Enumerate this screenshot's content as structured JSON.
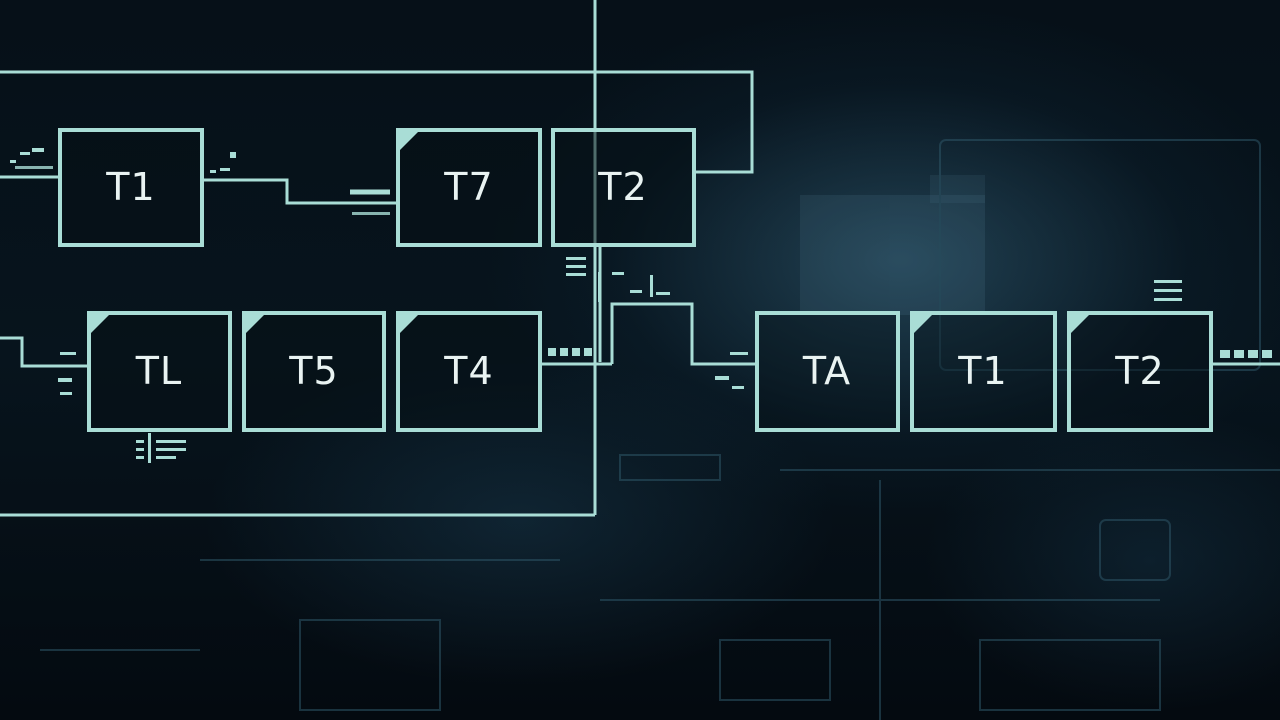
{
  "diagram": {
    "top_row": {
      "node_1": "T1",
      "node_2": "T7",
      "node_3": "T2"
    },
    "bottom_row": {
      "node_1": "TL",
      "node_2": "T5",
      "node_3": "T4",
      "node_4": "TA",
      "node_5": "T1",
      "node_6": "T2"
    },
    "colors": {
      "line": "#a9ddd6",
      "node_fill": "rgba(6,16,22,0.55)",
      "label": "#e9f3f2",
      "background": "#061018"
    }
  }
}
